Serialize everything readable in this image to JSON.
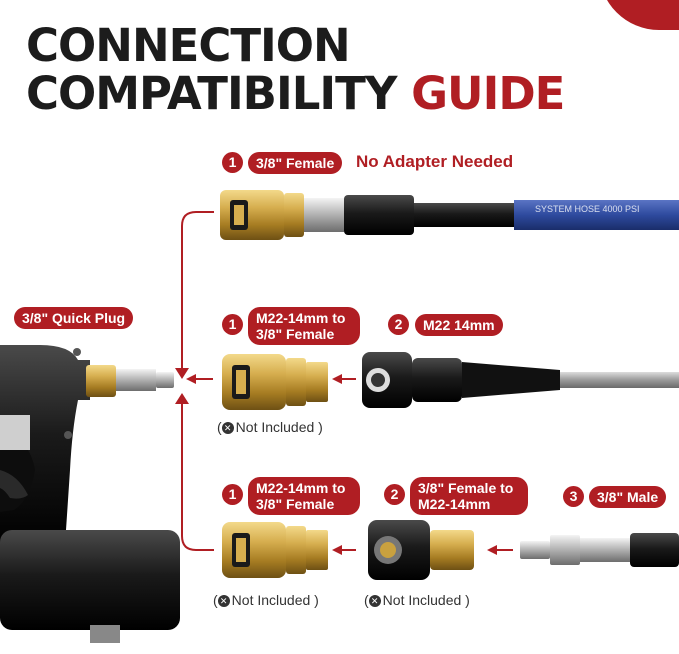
{
  "title": {
    "line1": "CONNECTION",
    "line2": "COMPATIBILITY",
    "accent": "GUIDE"
  },
  "colors": {
    "accent": "#b01e23",
    "brass": "#c9a13f",
    "hose_blue": "#2e4a9e",
    "dark": "#1c1c1c"
  },
  "quick_plug": {
    "label": "3/8\" Quick Plug"
  },
  "row1": {
    "step": "1",
    "tag": "3/8\" Female",
    "note": "No Adapter Needed",
    "hose_print": "SYSTEM HOSE 4000 PSI"
  },
  "row2": {
    "step1": "1",
    "tag1_line1": "M22-14mm to",
    "tag1_line2": "3/8\" Female",
    "step2": "2",
    "tag2": "M22 14mm",
    "not_included": "Not Included"
  },
  "row3": {
    "step1": "1",
    "tag1_line1": "M22-14mm to",
    "tag1_line2": "3/8\" Female",
    "step2": "2",
    "tag2_line1": "3/8\" Female to",
    "tag2_line2": "M22-14mm",
    "step3": "3",
    "tag3": "3/8\" Male",
    "not_included_1": "Not Included",
    "not_included_2": "Not Included"
  },
  "icons": {
    "excluded": "x-circle-icon",
    "arrow": "arrow-left-icon"
  }
}
